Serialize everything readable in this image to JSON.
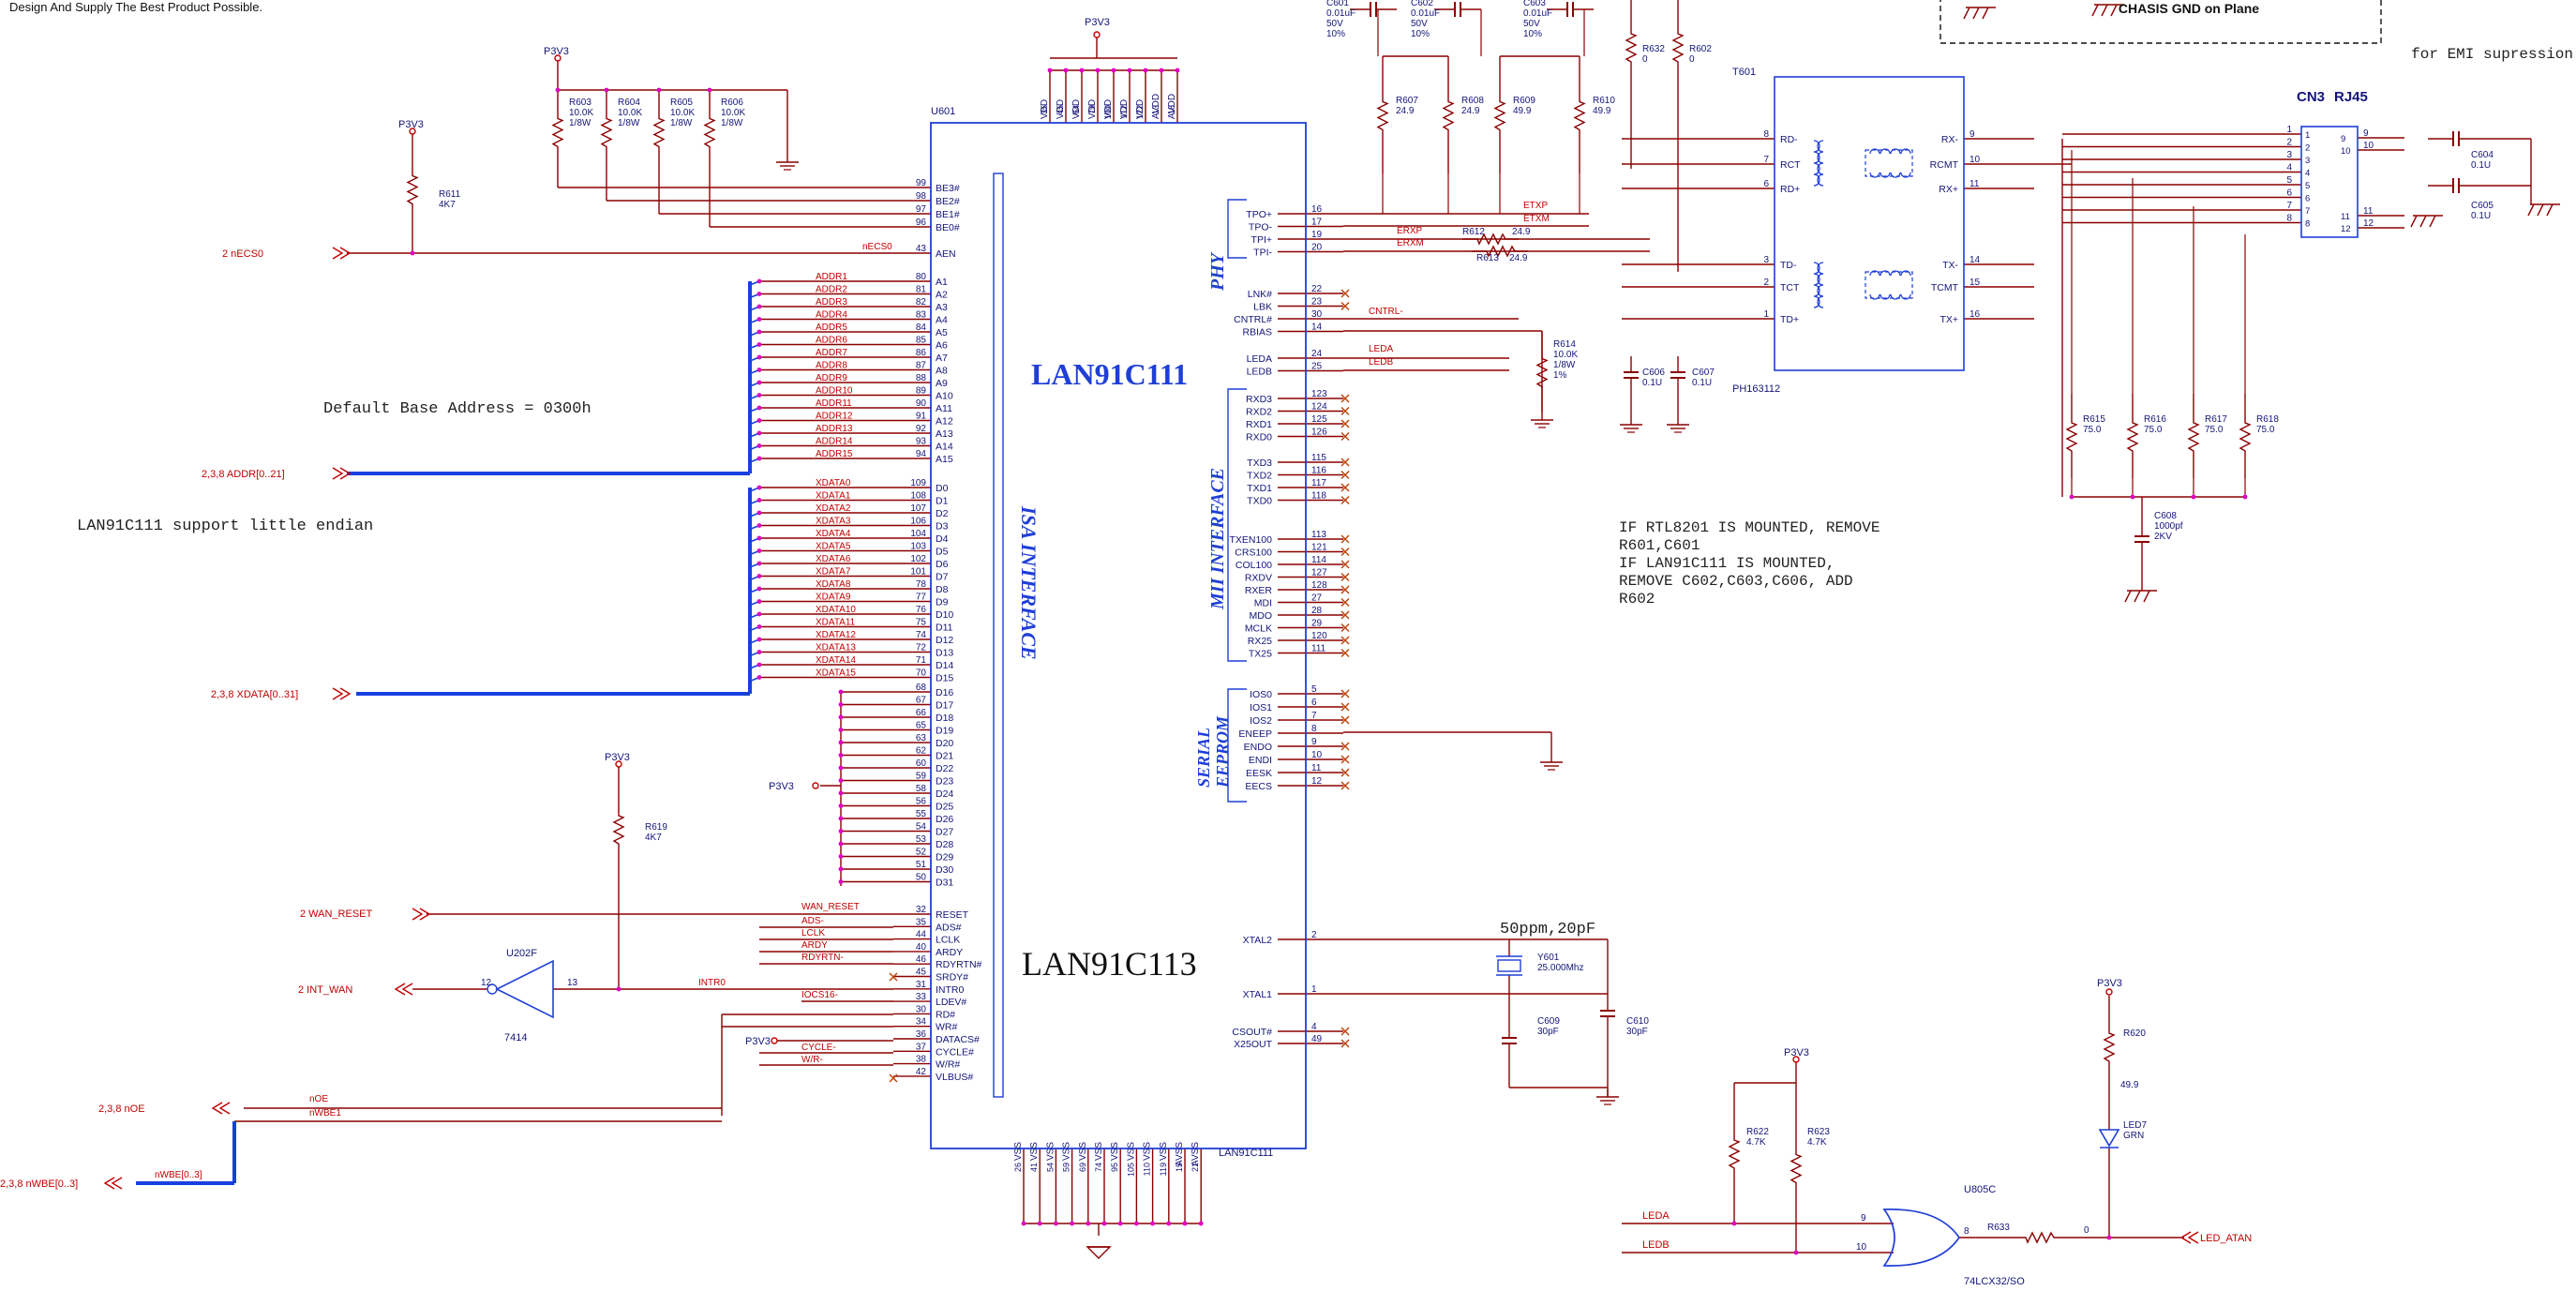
{
  "header_note": "Design And Supply The Best Product Possible.",
  "top_right_box": {
    "title": "CHASIS GND on Plane",
    "note": "for EMI supression"
  },
  "annotations": {
    "default_base": "Default Base Address = 0300h",
    "endian": "LAN91C111 support little endian",
    "rtl_note_1": "IF RTL8201 IS MOUNTED, REMOVE",
    "rtl_note_2": "R601,C601",
    "rtl_note_3": "IF LAN91C111 IS MOUNTED,",
    "rtl_note_4": "REMOVE C602,C603,C606, ADD",
    "rtl_note_5": "R602",
    "crystal_spec": "50ppm,20pF"
  },
  "chip": {
    "ref": "U601",
    "part_a": "LAN91C111",
    "part_b": "LAN91C113",
    "part_footer": "LAN91C111",
    "group_isa": "ISA INTERFACE",
    "group_phy": "PHY",
    "group_mii": "MII INTERFACE",
    "group_eeprom_1": "SERIAL",
    "group_eeprom_2": "EEPROM"
  },
  "power": {
    "p3v3": "P3V3"
  },
  "ports": {
    "necs0": "2  nECS0",
    "addr": "2,3,8  ADDR[0..21]",
    "xdata": "2,3,8  XDATA[0..31]",
    "wan_reset": "2  WAN_RESET",
    "int_wan": "2       INT_WAN",
    "noe": "2,3,8  nOE",
    "nwbe": "2,3,8  nWBE[0..3]",
    "led_atan": "LED_ATAN"
  },
  "nets": {
    "necs0": "nECS0",
    "noe": "nOE",
    "nwbe1": "nWBE1",
    "nwbe_bus": "nWBE[0..3]",
    "wan_reset": "WAN_RESET",
    "ads": "ADS-",
    "lclk": "LCLK",
    "ardy": "ARDY",
    "rdyrtn": "RDYRTN-",
    "intr0": "INTR0",
    "iocs16": "IOCS16-",
    "cycle": "CYCLE-",
    "wr": "W/R-",
    "erxp": "ERXP",
    "erxm": "ERXM",
    "etxp": "ETXP",
    "etxm": "ETXM",
    "cntrl": "CNTRL-",
    "leda": "LEDA",
    "ledb": "LEDB",
    "p3v3_local": "P3V3"
  },
  "left_pins_top": [
    {
      "num": "99",
      "name": "BE3#"
    },
    {
      "num": "98",
      "name": "BE2#"
    },
    {
      "num": "97",
      "name": "BE1#"
    },
    {
      "num": "96",
      "name": "BE0#"
    }
  ],
  "aen": {
    "num": "43",
    "name": "AEN"
  },
  "addr_pins": [
    {
      "net": "ADDR1",
      "num": "80",
      "name": "A1"
    },
    {
      "net": "ADDR2",
      "num": "81",
      "name": "A2"
    },
    {
      "net": "ADDR3",
      "num": "82",
      "name": "A3"
    },
    {
      "net": "ADDR4",
      "num": "83",
      "name": "A4"
    },
    {
      "net": "ADDR5",
      "num": "84",
      "name": "A5"
    },
    {
      "net": "ADDR6",
      "num": "85",
      "name": "A6"
    },
    {
      "net": "ADDR7",
      "num": "86",
      "name": "A7"
    },
    {
      "net": "ADDR8",
      "num": "87",
      "name": "A8"
    },
    {
      "net": "ADDR9",
      "num": "88",
      "name": "A9"
    },
    {
      "net": "ADDR10",
      "num": "89",
      "name": "A10"
    },
    {
      "net": "ADDR11",
      "num": "90",
      "name": "A11"
    },
    {
      "net": "ADDR12",
      "num": "91",
      "name": "A12"
    },
    {
      "net": "ADDR13",
      "num": "92",
      "name": "A13"
    },
    {
      "net": "ADDR14",
      "num": "93",
      "name": "A14"
    },
    {
      "net": "ADDR15",
      "num": "94",
      "name": "A15"
    }
  ],
  "data_pins": [
    {
      "net": "XDATA0",
      "num": "109",
      "name": "D0"
    },
    {
      "net": "XDATA1",
      "num": "108",
      "name": "D1"
    },
    {
      "net": "XDATA2",
      "num": "107",
      "name": "D2"
    },
    {
      "net": "XDATA3",
      "num": "106",
      "name": "D3"
    },
    {
      "net": "XDATA4",
      "num": "104",
      "name": "D4"
    },
    {
      "net": "XDATA5",
      "num": "103",
      "name": "D5"
    },
    {
      "net": "XDATA6",
      "num": "102",
      "name": "D6"
    },
    {
      "net": "XDATA7",
      "num": "101",
      "name": "D7"
    },
    {
      "net": "XDATA8",
      "num": "78",
      "name": "D8"
    },
    {
      "net": "XDATA9",
      "num": "77",
      "name": "D9"
    },
    {
      "net": "XDATA10",
      "num": "76",
      "name": "D10"
    },
    {
      "net": "XDATA11",
      "num": "75",
      "name": "D11"
    },
    {
      "net": "XDATA12",
      "num": "74",
      "name": "D12"
    },
    {
      "net": "XDATA13",
      "num": "72",
      "name": "D13"
    },
    {
      "net": "XDATA14",
      "num": "71",
      "name": "D14"
    },
    {
      "net": "XDATA15",
      "num": "70",
      "name": "D15"
    }
  ],
  "upper_data_pins": [
    {
      "num": "68",
      "name": "D16"
    },
    {
      "num": "67",
      "name": "D17"
    },
    {
      "num": "66",
      "name": "D18"
    },
    {
      "num": "65",
      "name": "D19"
    },
    {
      "num": "63",
      "name": "D20"
    },
    {
      "num": "62",
      "name": "D21"
    },
    {
      "num": "60",
      "name": "D22"
    },
    {
      "num": "59",
      "name": "D23"
    },
    {
      "num": "58",
      "name": "D24"
    },
    {
      "num": "56",
      "name": "D25"
    },
    {
      "num": "55",
      "name": "D26"
    },
    {
      "num": "54",
      "name": "D27"
    },
    {
      "num": "53",
      "name": "D28"
    },
    {
      "num": "52",
      "name": "D29"
    },
    {
      "num": "51",
      "name": "D30"
    },
    {
      "num": "50",
      "name": "D31"
    }
  ],
  "ctrl_pins": [
    {
      "num": "32",
      "name": "RESET"
    },
    {
      "num": "35",
      "name": "ADS#"
    },
    {
      "num": "44",
      "name": "LCLK"
    },
    {
      "num": "40",
      "name": "ARDY"
    },
    {
      "num": "46",
      "name": "RDYRTN#"
    },
    {
      "num": "45",
      "name": "SRDY#"
    },
    {
      "num": "31",
      "name": "INTR0"
    },
    {
      "num": "33",
      "name": "LDEV#"
    },
    {
      "num": "30",
      "name": "RD#"
    },
    {
      "num": "34",
      "name": "WR#"
    },
    {
      "num": "36",
      "name": "DATACS#"
    },
    {
      "num": "37",
      "name": "CYCLE#"
    },
    {
      "num": "38",
      "name": "W/R#"
    },
    {
      "num": "42",
      "name": "VLBUS#"
    }
  ],
  "top_pins": [
    {
      "num": "35",
      "name": "VDD"
    },
    {
      "num": "45",
      "name": "VDD"
    },
    {
      "num": "64",
      "name": "VDD"
    },
    {
      "num": "79",
      "name": "VDD"
    },
    {
      "num": "100",
      "name": "VDD"
    },
    {
      "num": "112",
      "name": "VDD"
    },
    {
      "num": "122",
      "name": "VDD"
    },
    {
      "num": "13",
      "name": "AVDD"
    },
    {
      "num": "18",
      "name": "AVDD"
    }
  ],
  "bottom_pins": [
    {
      "num": "26",
      "name": "VSS"
    },
    {
      "num": "41",
      "name": "VSS"
    },
    {
      "num": "54",
      "name": "VSS"
    },
    {
      "num": "59",
      "name": "VSS"
    },
    {
      "num": "69",
      "name": "VSS"
    },
    {
      "num": "74",
      "name": "VSS"
    },
    {
      "num": "95",
      "name": "VSS"
    },
    {
      "num": "105",
      "name": "VSS"
    },
    {
      "num": "110",
      "name": "VSS"
    },
    {
      "num": "119",
      "name": "VSS"
    },
    {
      "num": "15",
      "name": "AVSS"
    },
    {
      "num": "21",
      "name": "AVSS"
    }
  ],
  "right_phy": [
    {
      "num": "16",
      "name": "TPO+"
    },
    {
      "num": "17",
      "name": "TPO-"
    },
    {
      "num": "19",
      "name": "TPI+"
    },
    {
      "num": "20",
      "name": "TPI-"
    }
  ],
  "right_misc": [
    {
      "num": "22",
      "name": "LNK#"
    },
    {
      "num": "23",
      "name": "LBK"
    },
    {
      "num": "30",
      "name": "CNTRL#"
    },
    {
      "num": "14",
      "name": "RBIAS"
    }
  ],
  "right_led": [
    {
      "num": "24",
      "name": "LEDA"
    },
    {
      "num": "25",
      "name": "LEDB"
    }
  ],
  "right_mii": [
    {
      "num": "123",
      "name": "RXD3"
    },
    {
      "num": "124",
      "name": "RXD2"
    },
    {
      "num": "125",
      "name": "RXD1"
    },
    {
      "num": "126",
      "name": "RXD0"
    },
    {
      "num": "115",
      "name": "TXD3"
    },
    {
      "num": "116",
      "name": "TXD2"
    },
    {
      "num": "117",
      "name": "TXD1"
    },
    {
      "num": "118",
      "name": "TXD0"
    },
    {
      "num": "113",
      "name": "TXEN100"
    },
    {
      "num": "121",
      "name": "CRS100"
    },
    {
      "num": "114",
      "name": "COL100"
    },
    {
      "num": "127",
      "name": "RXDV"
    },
    {
      "num": "128",
      "name": "RXER"
    },
    {
      "num": "27",
      "name": "MDI"
    },
    {
      "num": "28",
      "name": "MDO"
    },
    {
      "num": "29",
      "name": "MCLK"
    },
    {
      "num": "120",
      "name": "RX25"
    },
    {
      "num": "111",
      "name": "TX25"
    }
  ],
  "right_eeprom": [
    {
      "num": "5",
      "name": "IOS0"
    },
    {
      "num": "6",
      "name": "IOS1"
    },
    {
      "num": "7",
      "name": "IOS2"
    },
    {
      "num": "8",
      "name": "ENEEP"
    },
    {
      "num": "9",
      "name": "ENDO"
    },
    {
      "num": "10",
      "name": "ENDI"
    },
    {
      "num": "11",
      "name": "EESK"
    },
    {
      "num": "12",
      "name": "EECS"
    }
  ],
  "right_xtal": [
    {
      "num": "2",
      "name": "XTAL2"
    },
    {
      "num": "1",
      "name": "XTAL1"
    },
    {
      "num": "4",
      "name": "CSOUT#"
    },
    {
      "num": "49",
      "name": "X25OUT"
    }
  ],
  "resistors": {
    "r603": [
      "R603",
      "10.0K",
      "1/8W"
    ],
    "r604": [
      "R604",
      "10.0K",
      "1/8W"
    ],
    "r605": [
      "R605",
      "10.0K",
      "1/8W"
    ],
    "r606": [
      "R606",
      "10.0K",
      "1/8W"
    ],
    "r611": [
      "R611",
      "4K7"
    ],
    "r619": [
      "R619",
      "4K7"
    ],
    "r607": [
      "R607",
      "24.9"
    ],
    "r608": [
      "R608",
      "24.9"
    ],
    "r609": [
      "R609",
      "49.9"
    ],
    "r610": [
      "R610",
      "49.9"
    ],
    "r612": [
      "R612",
      "24.9"
    ],
    "r613": [
      "R613",
      "24.9"
    ],
    "r614": [
      "R614",
      "10.0K",
      "1/8W",
      "1%"
    ],
    "r632": [
      "R632",
      "0"
    ],
    "r602": [
      "R602",
      "0"
    ],
    "r615": [
      "R615",
      "75.0"
    ],
    "r616": [
      "R616",
      "75.0"
    ],
    "r617": [
      "R617",
      "75.0"
    ],
    "r618": [
      "R618",
      "75.0"
    ],
    "r620": [
      "R620",
      "49.9"
    ],
    "r622": [
      "R622",
      "4.7K"
    ],
    "r623": [
      "R623",
      "4.7K"
    ],
    "r633": [
      "R633",
      "0"
    ]
  },
  "caps": {
    "c601": [
      "C601",
      "0.01uF",
      "50V",
      "10%"
    ],
    "c602": [
      "C602",
      "0.01uF",
      "50V",
      "10%"
    ],
    "c603": [
      "C603",
      "0.01uF",
      "50V",
      "10%"
    ],
    "c606": [
      "C606",
      "0.1U"
    ],
    "c607": [
      "C607",
      "0.1U"
    ],
    "c604": [
      "C604",
      "0.1U"
    ],
    "c605": [
      "C605",
      "0.1U"
    ],
    "c608": [
      "C608",
      "1000pf",
      "2KV"
    ],
    "c609": [
      "C609",
      "30pF"
    ],
    "c610": [
      "C610",
      "30pF"
    ]
  },
  "crystal": [
    "Y601",
    "25.000Mhz"
  ],
  "transformer": {
    "ref": "T601",
    "part": "PH163112",
    "left": [
      {
        "num": "8",
        "name": "RD-"
      },
      {
        "num": "7",
        "name": "RCT"
      },
      {
        "num": "6",
        "name": "RD+"
      },
      {
        "num": "3",
        "name": "TD-"
      },
      {
        "num": "2",
        "name": "TCT"
      },
      {
        "num": "1",
        "name": "TD+"
      }
    ],
    "right": [
      {
        "num": "9",
        "name": "RX-"
      },
      {
        "num": "10",
        "name": "RCMT"
      },
      {
        "num": "11",
        "name": "RX+"
      },
      {
        "num": "14",
        "name": "TX-"
      },
      {
        "num": "15",
        "name": "TCMT"
      },
      {
        "num": "16",
        "name": "TX+"
      }
    ]
  },
  "rj45": {
    "ref": "CN3",
    "type": "RJ45",
    "pins": [
      "1",
      "2",
      "3",
      "4",
      "5",
      "6",
      "7",
      "8"
    ],
    "right_pins": [
      "9",
      "10",
      "11",
      "12"
    ]
  },
  "inverter": {
    "ref": "U202F",
    "part": "7414",
    "in_pin": "13",
    "out_pin": "12"
  },
  "or_gate": {
    "ref": "U805C",
    "part": "74LCX32/SO",
    "pin_a": "9",
    "pin_b": "10",
    "pin_out": "8"
  },
  "led": [
    "LED7",
    "GRN"
  ],
  "misc": {
    "r633_zero": "0"
  }
}
